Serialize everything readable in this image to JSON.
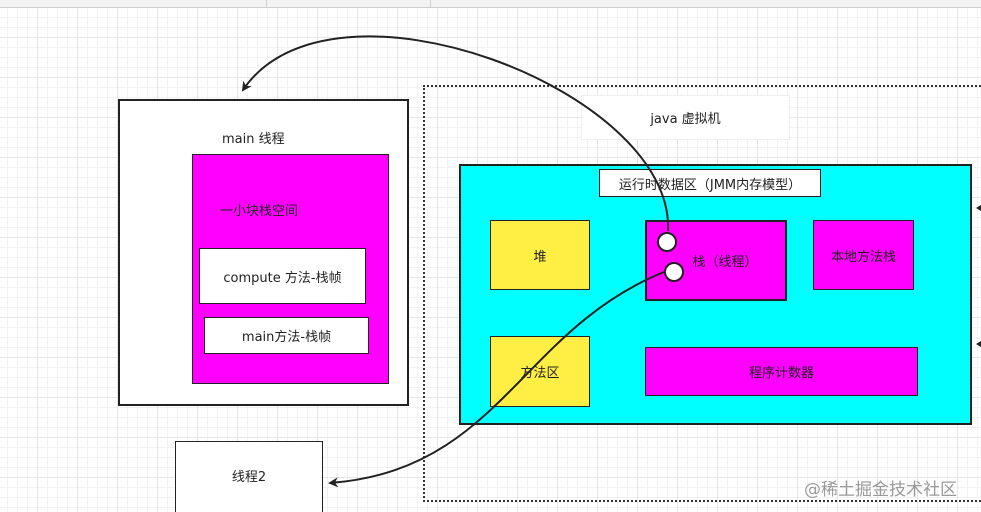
{
  "main_thread": {
    "title": "main 线程",
    "stack_space_label": "一小块栈空间",
    "frames": [
      "compute 方法-栈帧",
      "main方法-栈帧"
    ]
  },
  "thread2": {
    "label": "线程2"
  },
  "jvm": {
    "title": "java 虚拟机",
    "runtime_area_label": "运行时数据区（JMM内存模型）",
    "heap": "堆",
    "stack": "栈（线程）",
    "native_method_stack": "本地方法栈",
    "method_area": "方法区",
    "program_counter": "程序计数器"
  },
  "watermark": "@稀土掘金技术社区",
  "colors": {
    "magenta": "#ff00ff",
    "cyan": "#00ffff",
    "yellow": "#ffee44",
    "stroke": "#222222"
  }
}
